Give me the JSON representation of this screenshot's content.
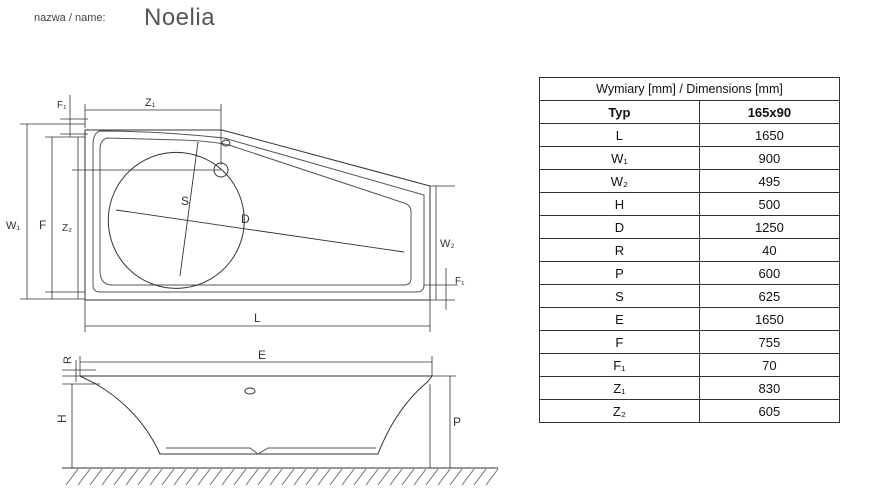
{
  "header": {
    "label": "nazwa / name:",
    "product_name": "Noelia"
  },
  "drawing": {
    "top_view_labels": {
      "F1_top": "F₁",
      "Z1": "Z₁",
      "W1": "W₁",
      "F": "F",
      "Z2": "Z₂",
      "S": "S",
      "D": "D",
      "W2": "W₂",
      "F1_side": "F₁",
      "L": "L"
    },
    "side_view_labels": {
      "R": "R",
      "E": "E",
      "H": "H",
      "P": "P"
    }
  },
  "table": {
    "caption": "Wymiary [mm] / Dimensions [mm]",
    "header": {
      "key": "Typ",
      "value": "165x90"
    },
    "rows": [
      {
        "key": "L",
        "value": "1650"
      },
      {
        "key": "W₁",
        "value": "900"
      },
      {
        "key": "W₂",
        "value": "495"
      },
      {
        "key": "H",
        "value": "500"
      },
      {
        "key": "D",
        "value": "1250"
      },
      {
        "key": "R",
        "value": "40"
      },
      {
        "key": "P",
        "value": "600"
      },
      {
        "key": "S",
        "value": "625"
      },
      {
        "key": "E",
        "value": "1650"
      },
      {
        "key": "F",
        "value": "755"
      },
      {
        "key": "F₁",
        "value": "70"
      },
      {
        "key": "Z₁",
        "value": "830"
      },
      {
        "key": "Z₂",
        "value": "605"
      }
    ]
  }
}
